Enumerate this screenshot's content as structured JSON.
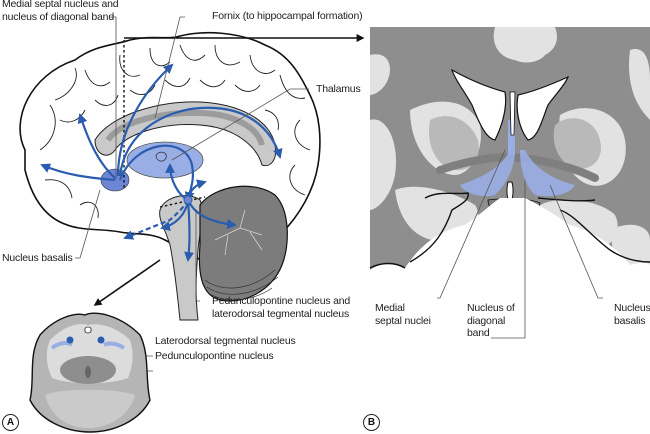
{
  "figure": {
    "panels": [
      {
        "id": "A",
        "label": "A",
        "description": "Sagittal view of brain with cholinergic projections and brainstem cross-section"
      },
      {
        "id": "B",
        "label": "B",
        "description": "Coronal section of basal forebrain"
      }
    ],
    "colors": {
      "projection_blue": "#2a5cb0",
      "nucleus_blue_fill": "#9aaee6",
      "light_gray": "#e2e2e2",
      "mid_gray": "#b9b9b9",
      "dark_gray": "#8e8e8e",
      "outline": "#111111"
    },
    "labels": {
      "medial_septal_line1": "Medial septal nucleus and",
      "medial_septal_line2": "nucleus of diagonal band",
      "fornix": "Fornix (to hippocampal formation)",
      "thalamus": "Thalamus",
      "nucleus_basalis_a": "Nucleus basalis",
      "ppn_ldt_line1": "Pedunculopontine nucleus and",
      "ppn_ldt_line2": "laterodorsal tegmental nucleus",
      "ldt": "Laterodorsal tegmental nucleus",
      "ppn": "Pedunculopontine nucleus",
      "medial_septal_b_line1": "Medial",
      "medial_septal_b_line2": "septal nuclei",
      "diag_band_line1": "Nucleus of",
      "diag_band_line2": "diagonal",
      "diag_band_line3": "band",
      "nucleus_basalis_b_line1": "Nucleus",
      "nucleus_basalis_b_line2": "basalis"
    }
  }
}
